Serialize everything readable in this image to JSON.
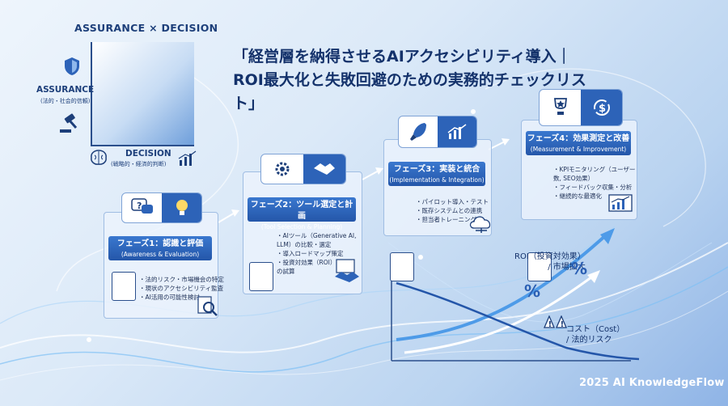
{
  "title": {
    "line1": "「経営層を納得させるAIアクセシビリティ導入｜",
    "line2": "ROI最大化と失敗回避のための実務的チェックリスト」"
  },
  "matrix": {
    "title": "ASSURANCE × DECISION",
    "y_label": "ASSURANCE",
    "y_sub": "(法的・社会的信頼)",
    "x_label": "DECISION",
    "x_sub": "(戦略的・経済的判断)"
  },
  "phases": [
    {
      "title": "フェーズ1：認識と評価",
      "subtitle": "(Awareness & Evaluation)",
      "items": [
        "・法的リスク・市場機会の特定",
        "・現状のアクセシビリティ監査",
        "・AI活用の可能性検討"
      ]
    },
    {
      "title": "フェーズ2：ツール選定と計画",
      "subtitle": "(Tool Selection & Planning)",
      "items": [
        "・AIツール（Generative AI,",
        "  LLM）の比較・選定",
        "・導入ロードマップ策定",
        "・投資対効果（ROI）",
        "  の試算"
      ]
    },
    {
      "title": "フェーズ3：実装と統合",
      "subtitle": "(Implementation & Integration)",
      "items": [
        "・パイロット導入・テスト",
        "・既存システムとの連携",
        "・担当者トレーニング"
      ]
    },
    {
      "title": "フェーズ4：効果測定と改善",
      "subtitle": "(Measurement & Improvement)",
      "items": [
        "・KPIモニタリング（ユーザー",
        "  数, SEO効果）",
        "・フィードバック収集・分析",
        "・継続的な最適化"
      ]
    }
  ],
  "chart": {
    "roi_line1": "ROI（投資対効果）",
    "roi_line2": "/ 市場拡大",
    "cost_line1": "コスト（Cost）",
    "cost_line2": "/ 法的リスク",
    "pct_symbol": "%"
  },
  "footer": "2025 AI KnowledgeFlow"
}
